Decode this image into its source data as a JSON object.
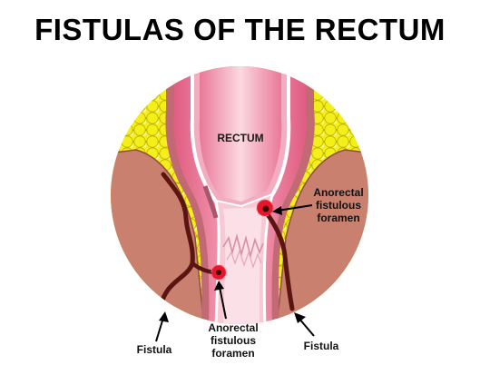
{
  "title": "FISTULAS OF THE RECTUM",
  "labels": {
    "rectum": "RECTUM",
    "foramen_right": [
      "Anorectal",
      "fistulous",
      "foramen"
    ],
    "foramen_bottom": [
      "Anorectal",
      "fistulous",
      "foramen"
    ],
    "fistula_left": "Fistula",
    "fistula_right": "Fistula"
  },
  "colors": {
    "fat_yellow": "#e8e000",
    "muscle": "#c97b6b",
    "rectum_pink": "#ee86a2",
    "lumen_light": "#f7c9d4",
    "fistula_tract": "#5a1510",
    "foramen_red": "#e8162a"
  }
}
